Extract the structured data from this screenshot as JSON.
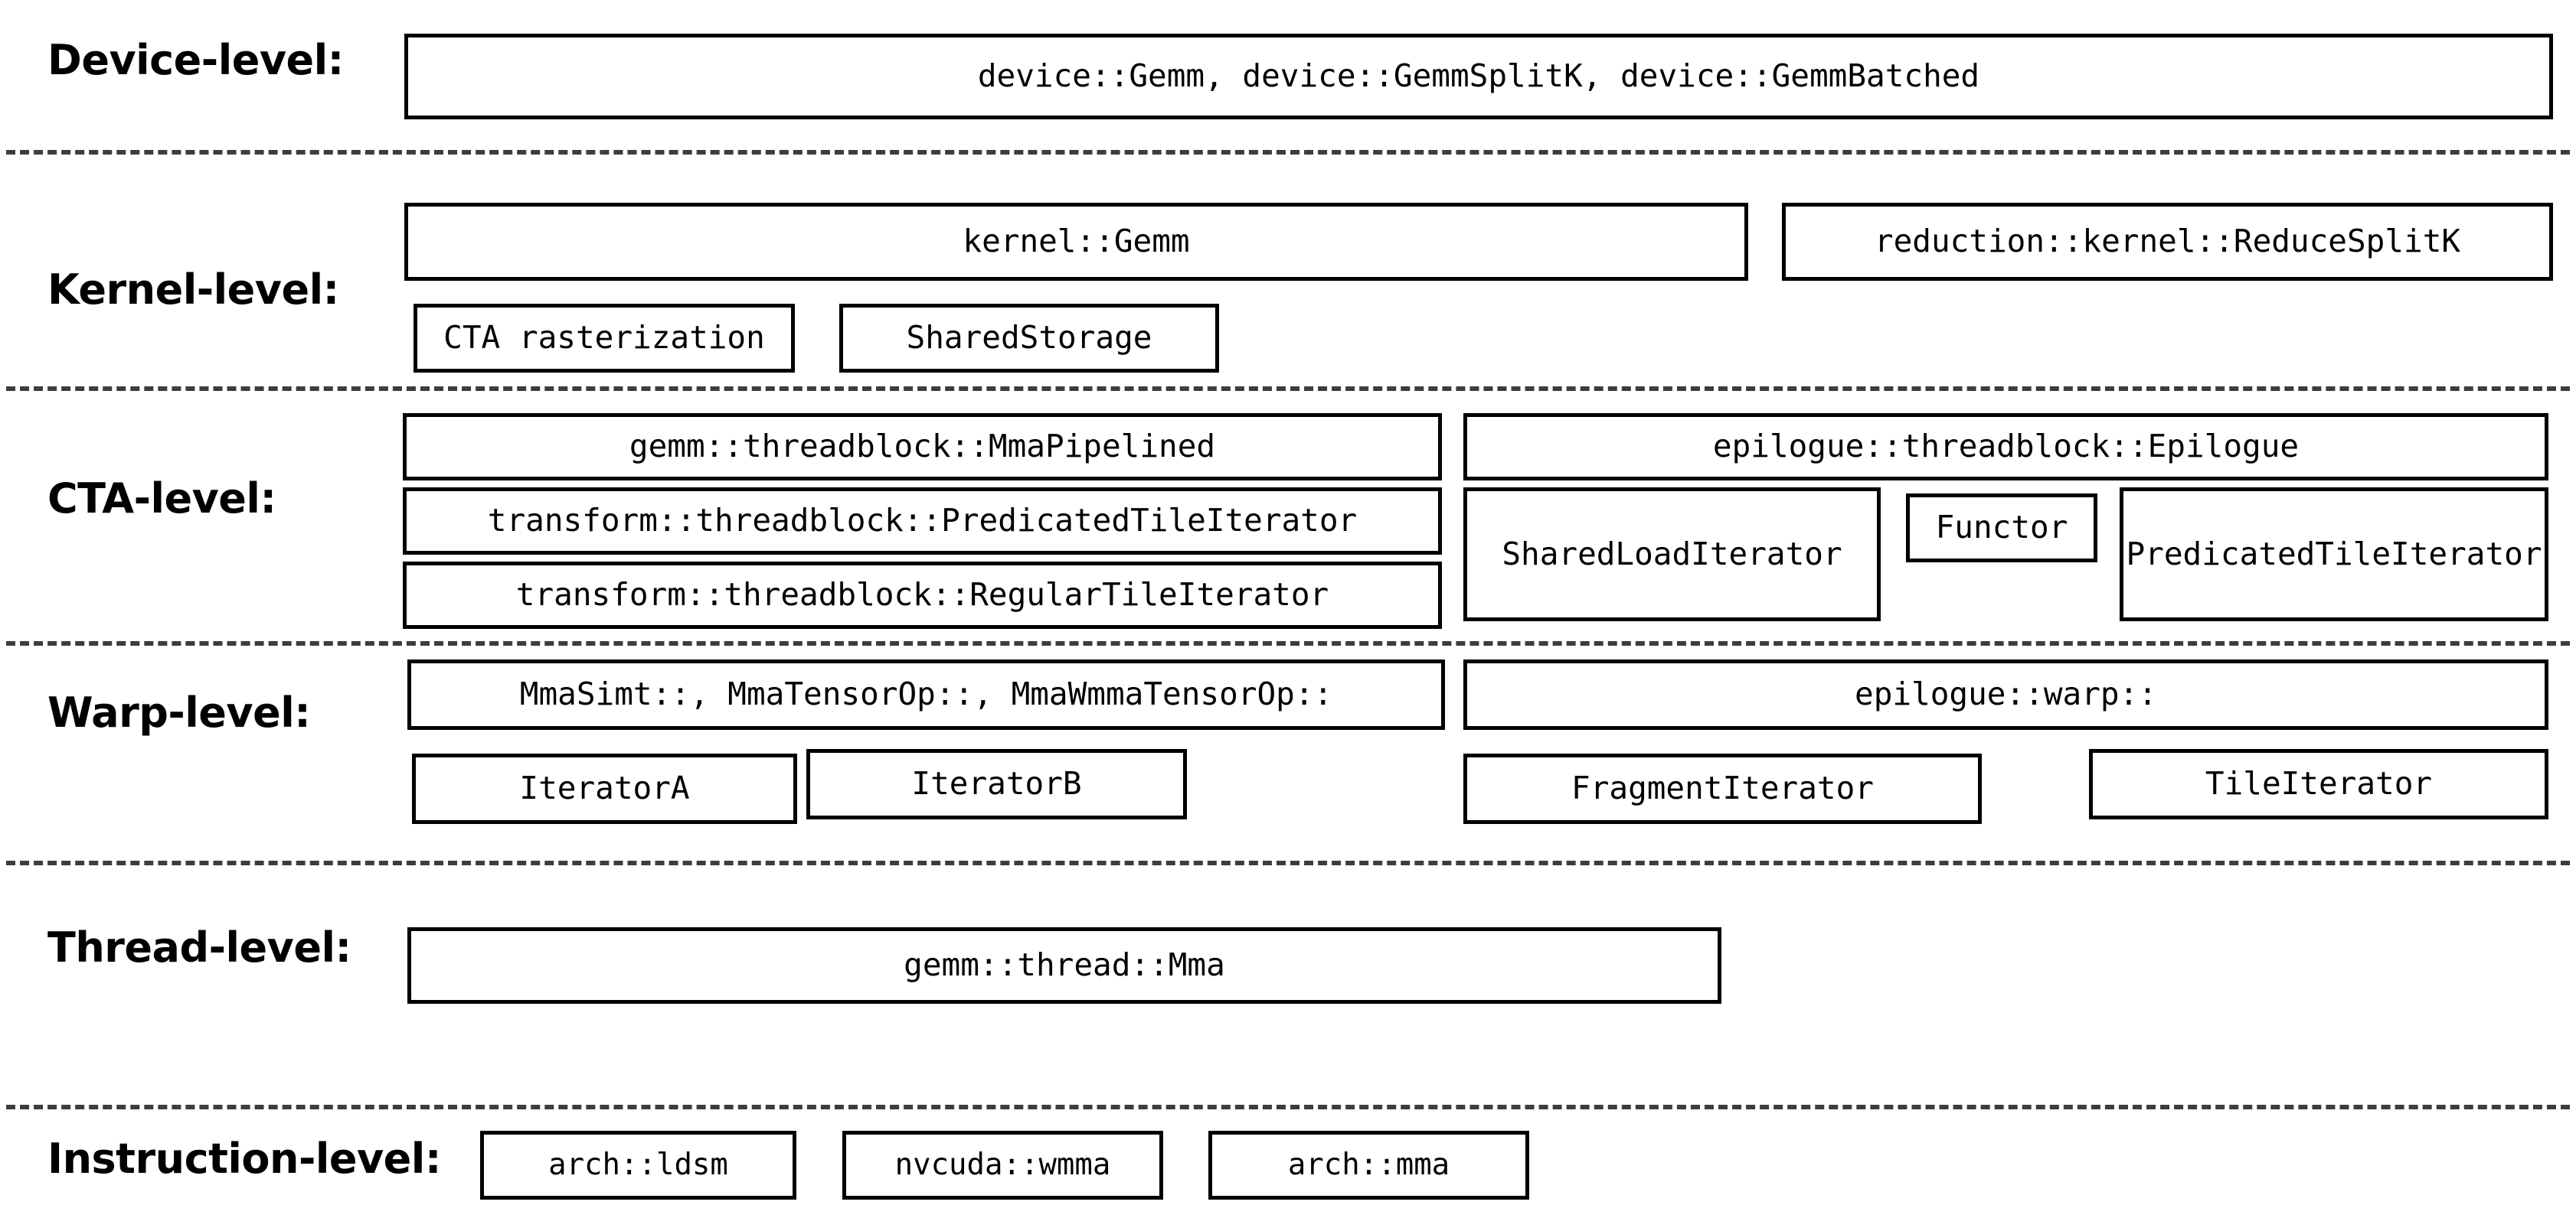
{
  "diagram": {
    "title": "CUTLASS GEMM hierarchy levels",
    "background_color": "#ffffff",
    "line_color": "#000000",
    "divider_color": "#3d3d3d",
    "levels": [
      {
        "id": "device",
        "label": "Device-level:",
        "nodes": [
          {
            "id": "device-gemm",
            "label": "device::Gemm, device::GemmSplitK, device::GemmBatched"
          }
        ]
      },
      {
        "id": "kernel",
        "label": "Kernel-level:",
        "nodes": [
          {
            "id": "kernel-gemm",
            "label": "kernel::Gemm"
          },
          {
            "id": "reduction-kernel-reducesplitk",
            "label": "reduction::kernel::ReduceSplitK"
          },
          {
            "id": "cta-rasterization",
            "label": "CTA rasterization"
          },
          {
            "id": "shared-storage",
            "label": "SharedStorage"
          }
        ]
      },
      {
        "id": "cta",
        "label": "CTA-level:",
        "nodes": [
          {
            "id": "gemm-threadblock-mmapipelined",
            "label": "gemm::threadblock::MmaPipelined"
          },
          {
            "id": "epilogue-threadblock-epilogue",
            "label": "epilogue::threadblock::Epilogue"
          },
          {
            "id": "transform-threadblock-predicatedtileiterator",
            "label": "transform::threadblock::PredicatedTileIterator"
          },
          {
            "id": "shared-load-iterator",
            "label": "SharedLoadIterator"
          },
          {
            "id": "functor",
            "label": "Functor"
          },
          {
            "id": "predicated-tile-iterator",
            "label": "PredicatedTileIterator"
          },
          {
            "id": "transform-threadblock-regulartileiterator",
            "label": "transform::threadblock::RegularTileIterator"
          }
        ]
      },
      {
        "id": "warp",
        "label": "Warp-level:",
        "nodes": [
          {
            "id": "mma-simt-tensorop-wmma",
            "label": "MmaSimt::, MmaTensorOp::, MmaWmmaTensorOp::"
          },
          {
            "id": "epilogue-warp",
            "label": "epilogue::warp::"
          },
          {
            "id": "iterator-a",
            "label": "IteratorA"
          },
          {
            "id": "iterator-b",
            "label": "IteratorB"
          },
          {
            "id": "fragment-iterator",
            "label": "FragmentIterator"
          },
          {
            "id": "tile-iterator",
            "label": "TileIterator"
          }
        ]
      },
      {
        "id": "thread",
        "label": "Thread-level:",
        "nodes": [
          {
            "id": "gemm-thread-mma",
            "label": "gemm::thread::Mma"
          }
        ]
      },
      {
        "id": "instruction",
        "label": "Instruction-level:",
        "nodes": [
          {
            "id": "arch-ldsm",
            "label": "arch::ldsm"
          },
          {
            "id": "nvcuda-wmma",
            "label": "nvcuda::wmma"
          },
          {
            "id": "arch-mma",
            "label": "arch::mma"
          }
        ]
      }
    ]
  }
}
